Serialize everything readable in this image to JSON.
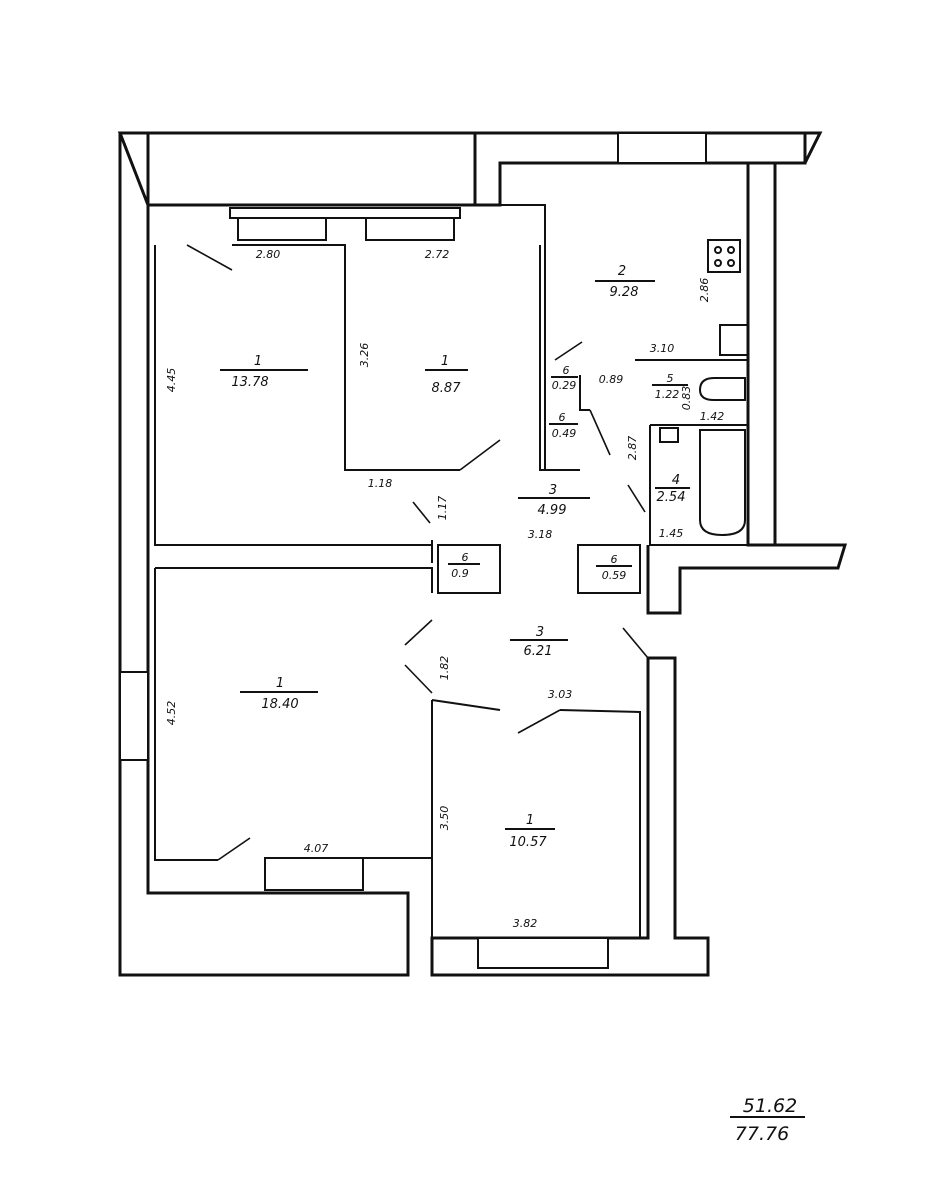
{
  "rooms": [
    {
      "id": "room-1-left-top",
      "code": "1",
      "area": "13.78"
    },
    {
      "id": "room-1-middle",
      "code": "1",
      "area": "8.87"
    },
    {
      "id": "kitchen",
      "code": "2",
      "area": "9.28"
    },
    {
      "id": "hall-upper",
      "code": "3",
      "area": "4.99"
    },
    {
      "id": "hall-lower",
      "code": "3",
      "area": "6.21"
    },
    {
      "id": "bath",
      "code": "4",
      "area": "2.54"
    },
    {
      "id": "wc",
      "code": "5",
      "area": "1.22"
    },
    {
      "id": "closet-a",
      "code": "6",
      "area": "0.29"
    },
    {
      "id": "closet-b",
      "code": "6",
      "area": "0.49"
    },
    {
      "id": "closet-c",
      "code": "6",
      "area": "0.9"
    },
    {
      "id": "closet-d",
      "code": "6",
      "area": "0.59"
    },
    {
      "id": "room-1-left-bottom",
      "code": "1",
      "area": "18.40"
    },
    {
      "id": "room-1-bottom-right",
      "code": "1",
      "area": "10.57"
    }
  ],
  "dimensions": {
    "d1": "2.80",
    "d2": "2.72",
    "d3": "4.45",
    "d4": "3.26",
    "d5": "2.86",
    "d6": "3.10",
    "d7": "0.89",
    "d8": "1.42",
    "d9": "2.87",
    "d10": "1.45",
    "d11": "1.18",
    "d12": "1.17",
    "d13": "3.18",
    "d14": "1.82",
    "d15": "3.03",
    "d16": "4.52",
    "d17": "3.50",
    "d18": "4.07",
    "d19": "3.82",
    "d20": "0.83"
  },
  "totals": {
    "living": "51.62",
    "total": "77.76"
  }
}
